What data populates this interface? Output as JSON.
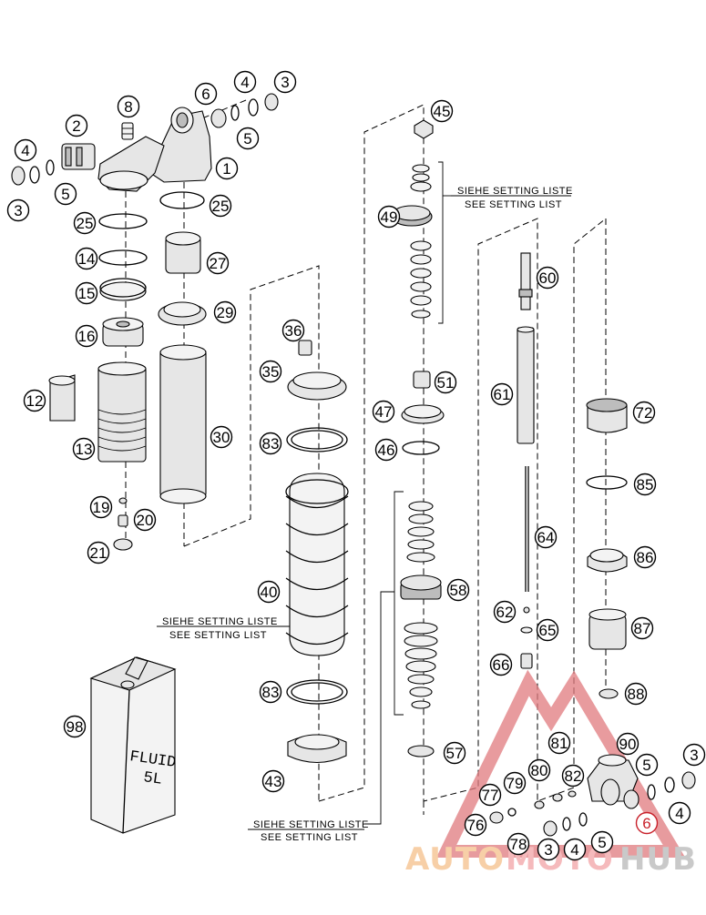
{
  "callouts": [
    {
      "label": "1",
      "red": false
    },
    {
      "label": "2",
      "red": false
    },
    {
      "label": "3",
      "red": false
    },
    {
      "label": "3",
      "red": false
    },
    {
      "label": "3",
      "red": false
    },
    {
      "label": "3",
      "red": false
    },
    {
      "label": "4",
      "red": false
    },
    {
      "label": "4",
      "red": false
    },
    {
      "label": "4",
      "red": false
    },
    {
      "label": "4",
      "red": false
    },
    {
      "label": "5",
      "red": false
    },
    {
      "label": "5",
      "red": false
    },
    {
      "label": "5",
      "red": false
    },
    {
      "label": "5",
      "red": false
    },
    {
      "label": "6",
      "red": false
    },
    {
      "label": "6",
      "red": true
    },
    {
      "label": "8",
      "red": false
    },
    {
      "label": "12",
      "red": false
    },
    {
      "label": "13",
      "red": false
    },
    {
      "label": "14",
      "red": false
    },
    {
      "label": "15",
      "red": false
    },
    {
      "label": "16",
      "red": false
    },
    {
      "label": "19",
      "red": false
    },
    {
      "label": "20",
      "red": false
    },
    {
      "label": "21",
      "red": false
    },
    {
      "label": "25",
      "red": false
    },
    {
      "label": "25",
      "red": false
    },
    {
      "label": "27",
      "red": false
    },
    {
      "label": "29",
      "red": false
    },
    {
      "label": "30",
      "red": false
    },
    {
      "label": "35",
      "red": false
    },
    {
      "label": "36",
      "red": false
    },
    {
      "label": "40",
      "red": false
    },
    {
      "label": "43",
      "red": false
    },
    {
      "label": "45",
      "red": false
    },
    {
      "label": "46",
      "red": false
    },
    {
      "label": "47",
      "red": false
    },
    {
      "label": "49",
      "red": false
    },
    {
      "label": "51",
      "red": false
    },
    {
      "label": "57",
      "red": false
    },
    {
      "label": "58",
      "red": false
    },
    {
      "label": "60",
      "red": false
    },
    {
      "label": "61",
      "red": false
    },
    {
      "label": "62",
      "red": false
    },
    {
      "label": "64",
      "red": false
    },
    {
      "label": "65",
      "red": false
    },
    {
      "label": "66",
      "red": false
    },
    {
      "label": "72",
      "red": false
    },
    {
      "label": "76",
      "red": false
    },
    {
      "label": "77",
      "red": false
    },
    {
      "label": "78",
      "red": false
    },
    {
      "label": "79",
      "red": false
    },
    {
      "label": "80",
      "red": false
    },
    {
      "label": "81",
      "red": false
    },
    {
      "label": "82",
      "red": false
    },
    {
      "label": "83",
      "red": false
    },
    {
      "label": "83",
      "red": false
    },
    {
      "label": "85",
      "red": false
    },
    {
      "label": "86",
      "red": false
    },
    {
      "label": "87",
      "red": false
    },
    {
      "label": "88",
      "red": false
    },
    {
      "label": "90",
      "red": false
    },
    {
      "label": "98",
      "red": false
    }
  ],
  "notes": {
    "shims_top": {
      "line1": "SIEHE SETTING LISTE",
      "line2": "SEE SETTING LIST"
    },
    "spring": {
      "line1": "SIEHE SETTING LISTE",
      "line2": "SEE SETTING LIST"
    },
    "shims_bottom": {
      "line1": "SIEHE SETTING LISTE",
      "line2": "SEE SETTING LIST"
    }
  },
  "fluid_can": {
    "line1": "FLUID",
    "line2": "5L"
  },
  "watermark": {
    "part1": "AUTO",
    "part2": "MOTO",
    "part3": "HUB",
    "colors": {
      "part1": "#f5c08a",
      "part2": "#f2a3a6",
      "part3": "#b8b8b8",
      "triangle": "#e07a7e"
    }
  }
}
